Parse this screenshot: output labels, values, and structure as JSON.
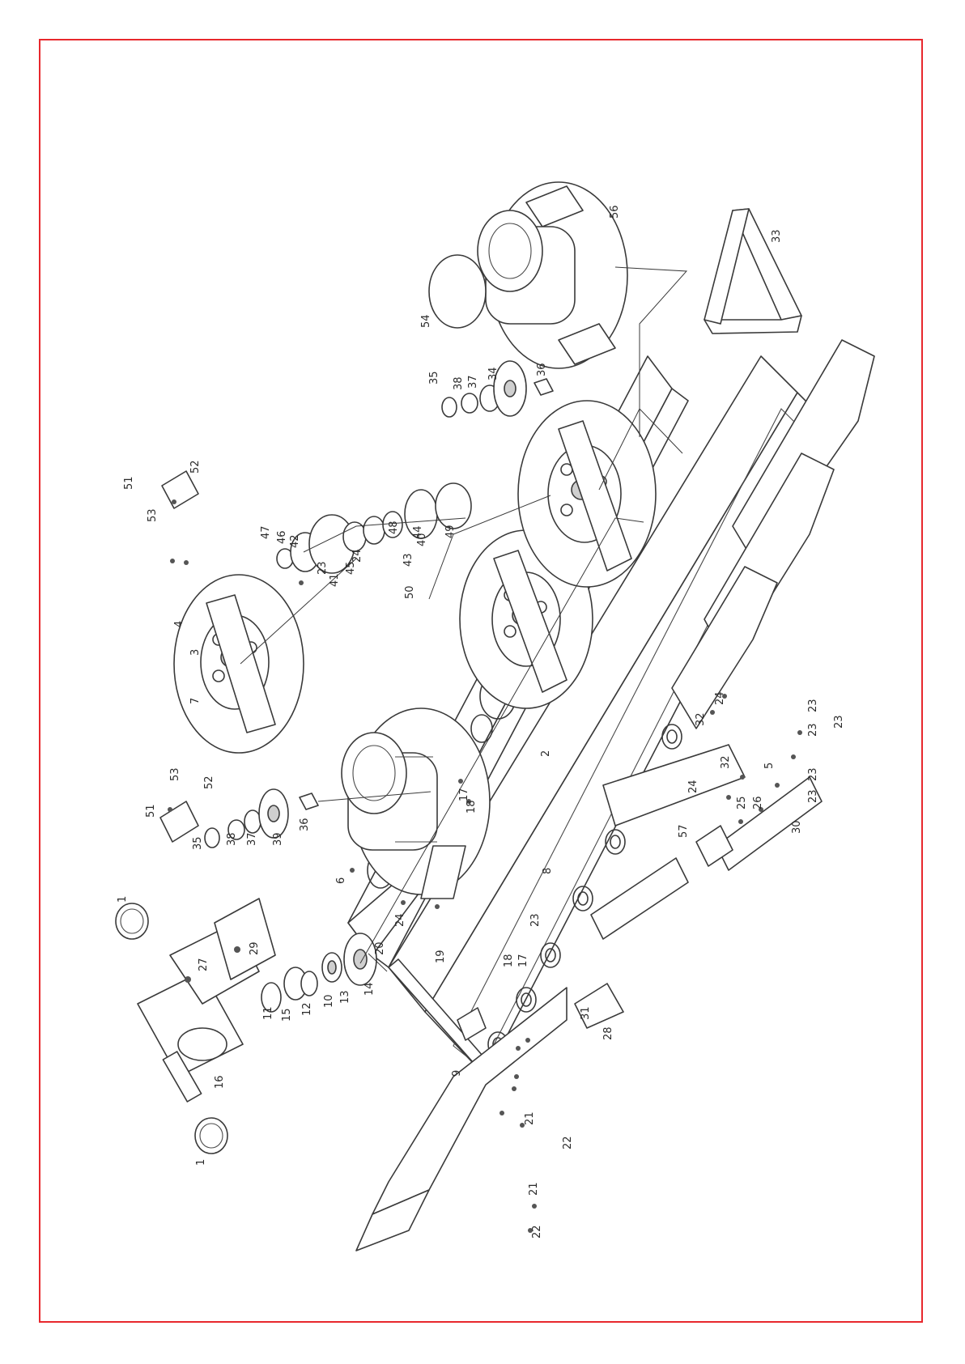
{
  "colors": {
    "frame": "#e8282d",
    "line": "#3a3a3a"
  },
  "callouts": [
    {
      "id": "c1",
      "text": "1"
    },
    {
      "id": "c1b",
      "text": "1"
    },
    {
      "id": "c2",
      "text": "2"
    },
    {
      "id": "c3",
      "text": "3"
    },
    {
      "id": "c4",
      "text": "4"
    },
    {
      "id": "c5",
      "text": "5"
    },
    {
      "id": "c6",
      "text": "6"
    },
    {
      "id": "c7",
      "text": "7"
    },
    {
      "id": "c8",
      "text": "8"
    },
    {
      "id": "c9",
      "text": "9"
    },
    {
      "id": "c10",
      "text": "10"
    },
    {
      "id": "c11",
      "text": "11"
    },
    {
      "id": "c12",
      "text": "12"
    },
    {
      "id": "c13",
      "text": "13"
    },
    {
      "id": "c14",
      "text": "14"
    },
    {
      "id": "c15",
      "text": "15"
    },
    {
      "id": "c16",
      "text": "16"
    },
    {
      "id": "c17a",
      "text": "17"
    },
    {
      "id": "c17b",
      "text": "17"
    },
    {
      "id": "c18a",
      "text": "18"
    },
    {
      "id": "c18b",
      "text": "18"
    },
    {
      "id": "c19",
      "text": "19"
    },
    {
      "id": "c20",
      "text": "20"
    },
    {
      "id": "c21a",
      "text": "21"
    },
    {
      "id": "c21b",
      "text": "21"
    },
    {
      "id": "c22a",
      "text": "22"
    },
    {
      "id": "c22b",
      "text": "22"
    },
    {
      "id": "c23a",
      "text": "23"
    },
    {
      "id": "c23b",
      "text": "23"
    },
    {
      "id": "c23c",
      "text": "23"
    },
    {
      "id": "c23d",
      "text": "23"
    },
    {
      "id": "c23e",
      "text": "23"
    },
    {
      "id": "c23f",
      "text": "23"
    },
    {
      "id": "c23g",
      "text": "23"
    },
    {
      "id": "c24a",
      "text": "24"
    },
    {
      "id": "c24b",
      "text": "24"
    },
    {
      "id": "c24c",
      "text": "24"
    },
    {
      "id": "c24d",
      "text": "24"
    },
    {
      "id": "c25",
      "text": "25"
    },
    {
      "id": "c26",
      "text": "26"
    },
    {
      "id": "c27",
      "text": "27"
    },
    {
      "id": "c28",
      "text": "28"
    },
    {
      "id": "c29",
      "text": "29"
    },
    {
      "id": "c30",
      "text": "30"
    },
    {
      "id": "c31",
      "text": "31"
    },
    {
      "id": "c32a",
      "text": "32"
    },
    {
      "id": "c32b",
      "text": "32"
    },
    {
      "id": "c33",
      "text": "33"
    },
    {
      "id": "c34",
      "text": "34"
    },
    {
      "id": "c35a",
      "text": "35"
    },
    {
      "id": "c35b",
      "text": "35"
    },
    {
      "id": "c36a",
      "text": "36"
    },
    {
      "id": "c36b",
      "text": "36"
    },
    {
      "id": "c37a",
      "text": "37"
    },
    {
      "id": "c37b",
      "text": "37"
    },
    {
      "id": "c38a",
      "text": "38"
    },
    {
      "id": "c38b",
      "text": "38"
    },
    {
      "id": "c39",
      "text": "39"
    },
    {
      "id": "c40",
      "text": "40"
    },
    {
      "id": "c41",
      "text": "41"
    },
    {
      "id": "c42",
      "text": "42"
    },
    {
      "id": "c43",
      "text": "43"
    },
    {
      "id": "c44",
      "text": "44"
    },
    {
      "id": "c45",
      "text": "45"
    },
    {
      "id": "c46",
      "text": "46"
    },
    {
      "id": "c47",
      "text": "47"
    },
    {
      "id": "c48",
      "text": "48"
    },
    {
      "id": "c49",
      "text": "49"
    },
    {
      "id": "c50",
      "text": "50"
    },
    {
      "id": "c51a",
      "text": "51"
    },
    {
      "id": "c51b",
      "text": "51"
    },
    {
      "id": "c52a",
      "text": "52"
    },
    {
      "id": "c52b",
      "text": "52"
    },
    {
      "id": "c53a",
      "text": "53"
    },
    {
      "id": "c53b",
      "text": "53"
    },
    {
      "id": "c54",
      "text": "54"
    },
    {
      "id": "c56",
      "text": "56"
    },
    {
      "id": "c57",
      "text": "57"
    }
  ]
}
